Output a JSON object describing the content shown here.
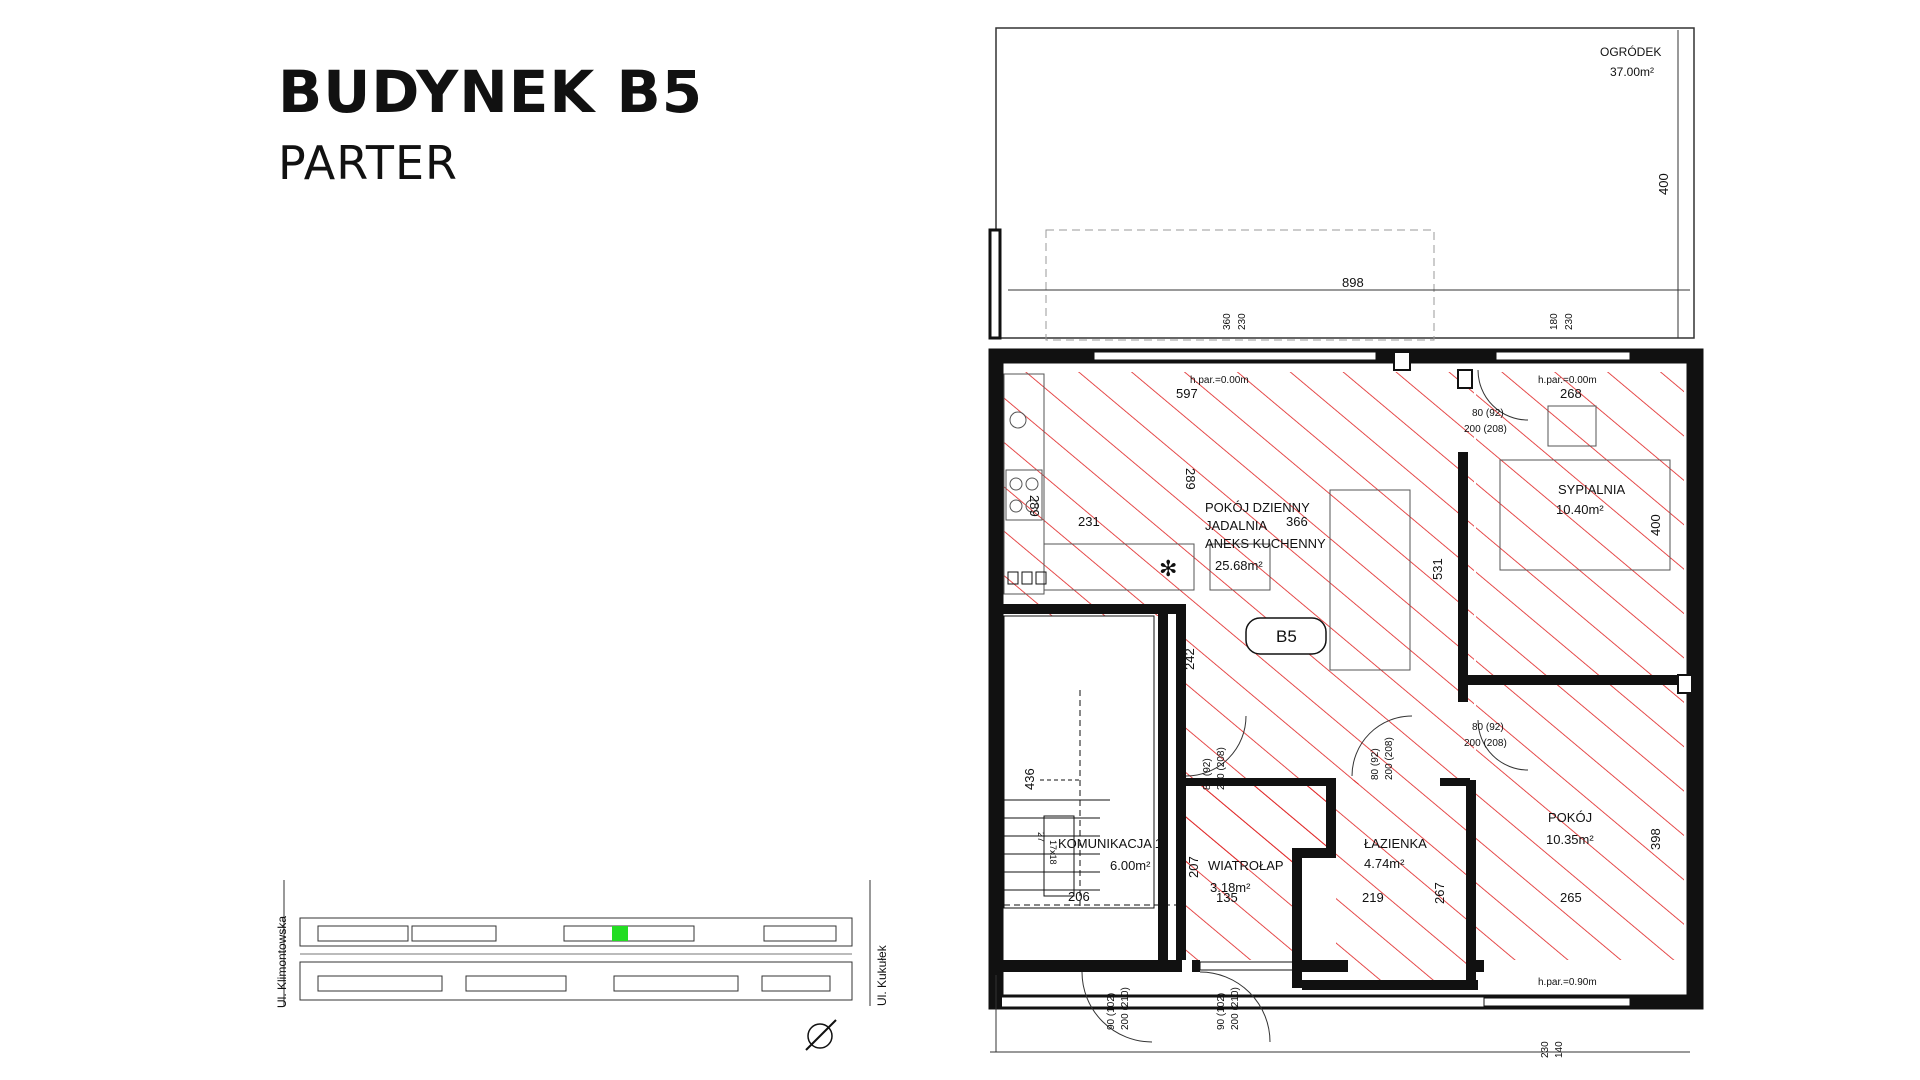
{
  "header": {
    "title": "BUDYNEK B5",
    "subtitle": "PARTER"
  },
  "plan": {
    "unit_label": "B5",
    "garden": {
      "name": "OGRÓDEK",
      "area": "37.00m²",
      "dim_depth": "400",
      "dim_width": "898"
    },
    "rooms": {
      "living": {
        "name1": "POKÓJ DZIENNY",
        "name2": "JADALNIA",
        "name3": "ANEKS KUCHENNY",
        "area": "25.68m²"
      },
      "bedroom": {
        "name": "SYPIALNIA",
        "area": "10.40m²"
      },
      "room": {
        "name": "POKÓJ",
        "area": "10.35m²"
      },
      "bathroom": {
        "name": "ŁAZIENKA",
        "area": "4.74m²"
      },
      "vestibule": {
        "name": "WIATROŁAP",
        "area": "3.18m²"
      },
      "stairs": {
        "name": "KOMUNIKACJA 1",
        "area": "6.00m²"
      }
    },
    "dims": {
      "d597": "597",
      "d268": "268",
      "d289a": "289",
      "d289b": "289",
      "d231": "231",
      "d366": "366",
      "d531": "531",
      "d400": "400",
      "d242": "242",
      "d436": "436",
      "d206": "206",
      "d207": "207",
      "d135": "135",
      "d219": "219",
      "d267": "267",
      "d265": "265",
      "d398": "398",
      "top1": "360",
      "top2": "230",
      "top3": "180",
      "top4": "230",
      "bot1": "230",
      "bot2": "140"
    },
    "levels": {
      "parapet1": "h.par.=0.00m",
      "parapet2": "h.par.=0.00m",
      "parapet3": "h.par.=0.90m"
    },
    "doors": {
      "d1a": "80 (92)",
      "d1b": "200 (208)",
      "d2a": "80 (92)",
      "d2b": "200 (208)",
      "d3a": "80 (92)",
      "d3b": "200 (208)",
      "d4a": "80 (92)",
      "d4b": "200 (208)",
      "ext1a": "90 (102)",
      "ext1b": "200 (210)",
      "ext2a": "90 (102)",
      "ext2b": "200 (210)"
    },
    "stair_label1": "17x18",
    "stair_label2": "27"
  },
  "site": {
    "street_left": "Ul. Klimontowska",
    "street_right": "Ul. Kukułek",
    "highlight_color": "#22dd22"
  },
  "colors": {
    "hatch": "#e02020",
    "wall": "#111111"
  }
}
